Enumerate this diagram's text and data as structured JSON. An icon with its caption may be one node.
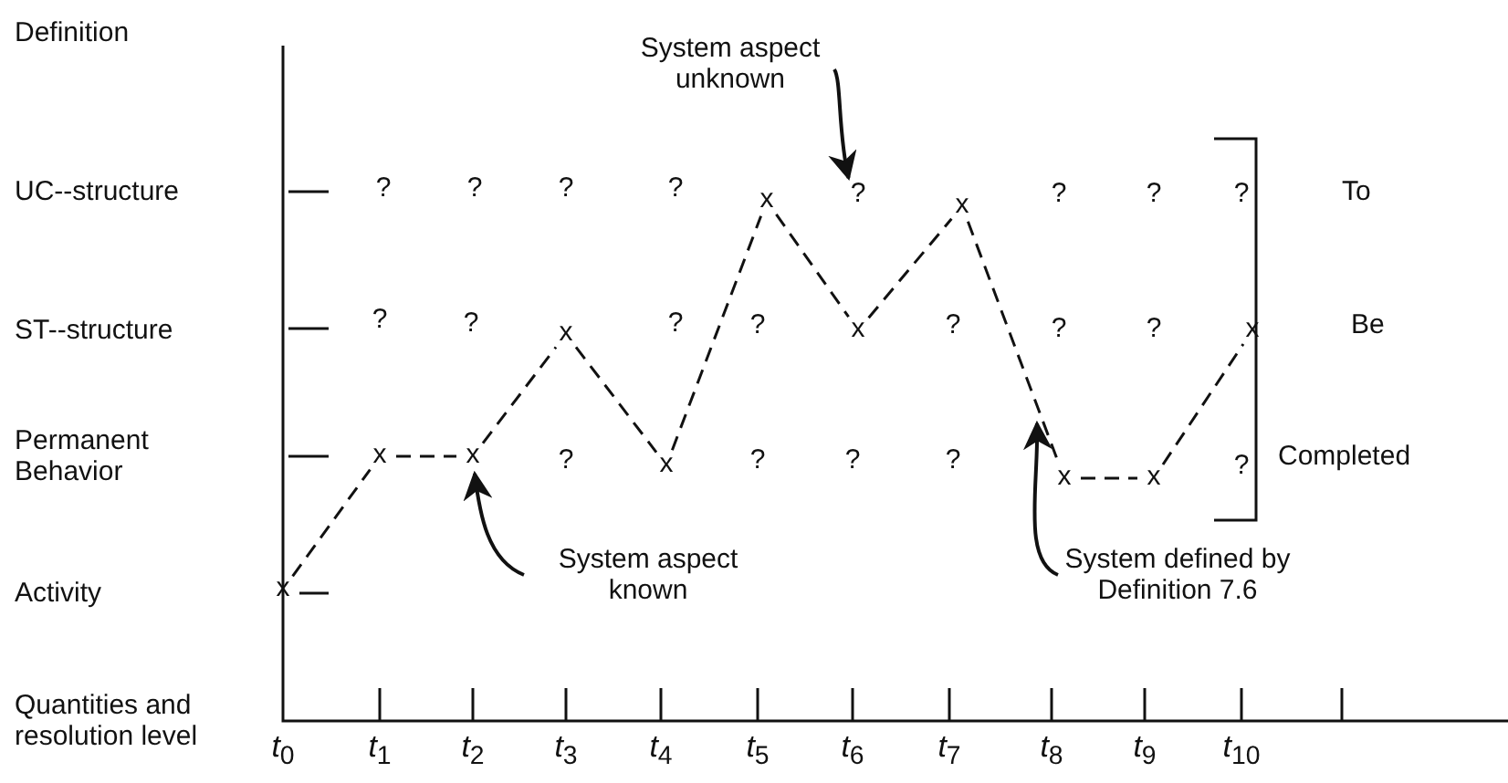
{
  "diagram": {
    "nodes": [
      {
        "text": [
          "System aspect unknown"
        ]
      },
      {
        "text": [
          "System aspect known"
        ]
      },
      {
        "text": [
          "System defined by Definition 7.6"
        ]
      },
      {
        "text": [
          "?"
        ]
      },
      {
        "text": [
          "x"
        ]
      }
    ],
    "edges": [
      {
        "from": 0,
        "to": 3,
        "arrow": "to"
      },
      {
        "from": 1,
        "to": 4,
        "arrow": "to"
      },
      {
        "from": 2,
        "to": null,
        "arrow": "to"
      }
    ],
    "labels": [
      "Definition",
      "UC--structure",
      "?",
      "?",
      "?",
      "?",
      "x",
      "x",
      "?",
      "?",
      "?",
      "To",
      "ST--structure",
      "?",
      "?",
      "x",
      "?",
      "?",
      "x",
      "?",
      "?",
      "?",
      "x",
      "Be",
      "Permanent Behavior",
      "x",
      "?",
      "x",
      "?",
      "?",
      "?",
      "x",
      "x",
      "?",
      "Completed",
      "Activity",
      "x",
      "Quantities and resolution level",
      "*t*$_{0}$",
      "*t*$_{1}$",
      "*t*$_{2}$",
      "*t*$_{3}$",
      "*t*$_{4}$",
      "*t*$_{5}$",
      "*t*$_{6}$",
      "*t*$_{7}$",
      "*t*$_{8}$",
      "*t*$_{9}$",
      "*t*$_{10}$"
    ]
  }
}
